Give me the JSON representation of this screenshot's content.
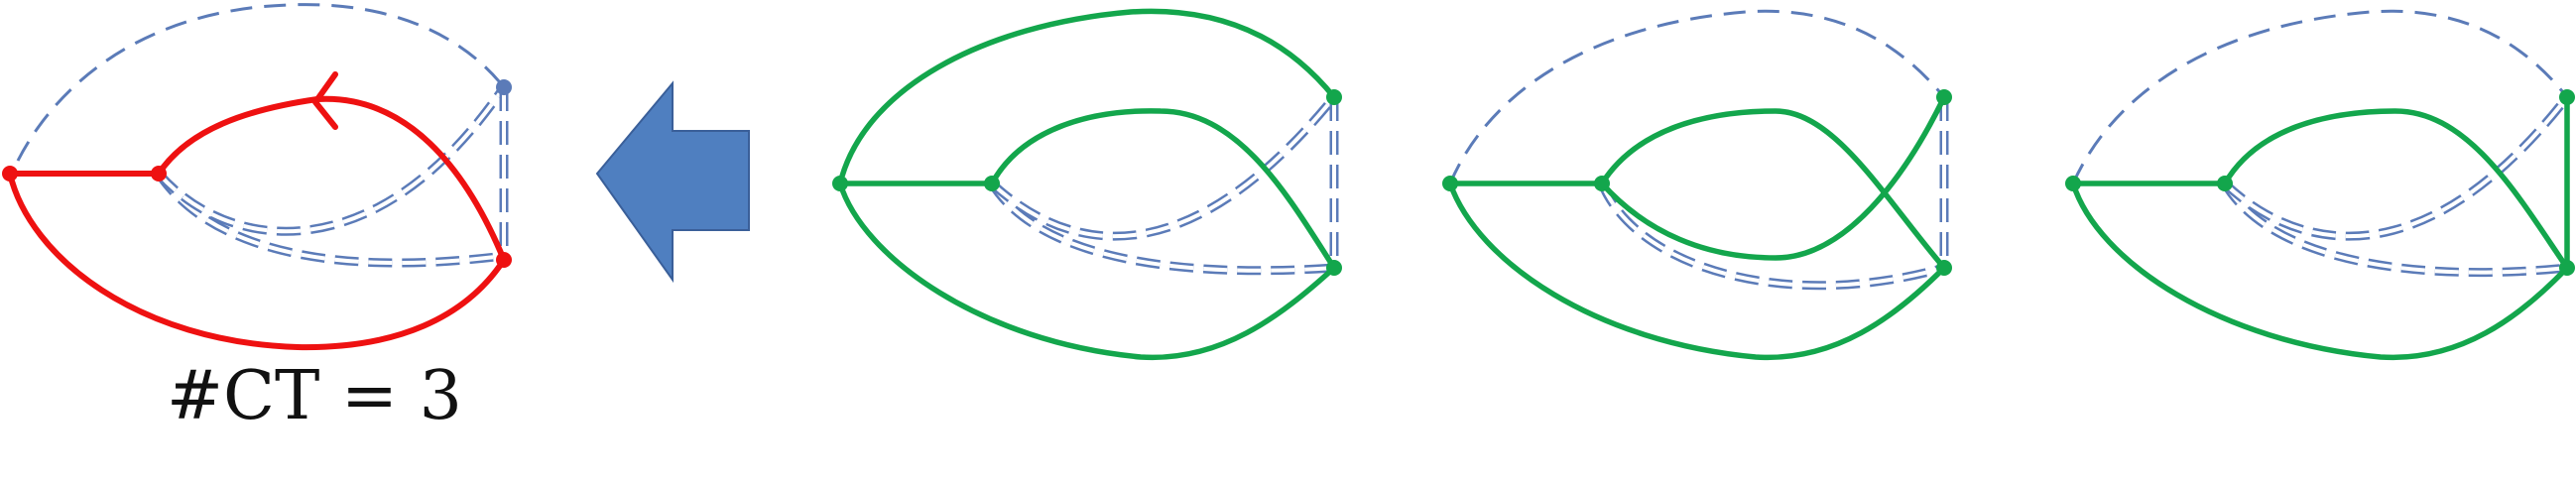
{
  "caption": "#CT = 3",
  "colors": {
    "contracted_diagram": "#ee1111",
    "diagrams": "#13a64c",
    "dashed_lines": "#5b7bb8",
    "arrow_fill": "#4f7fc0",
    "arrow_stroke": "#3a5f99"
  },
  "arrow_direction": "left",
  "diagram_count": 4,
  "highlighted_diagram": "contracted-diagram"
}
